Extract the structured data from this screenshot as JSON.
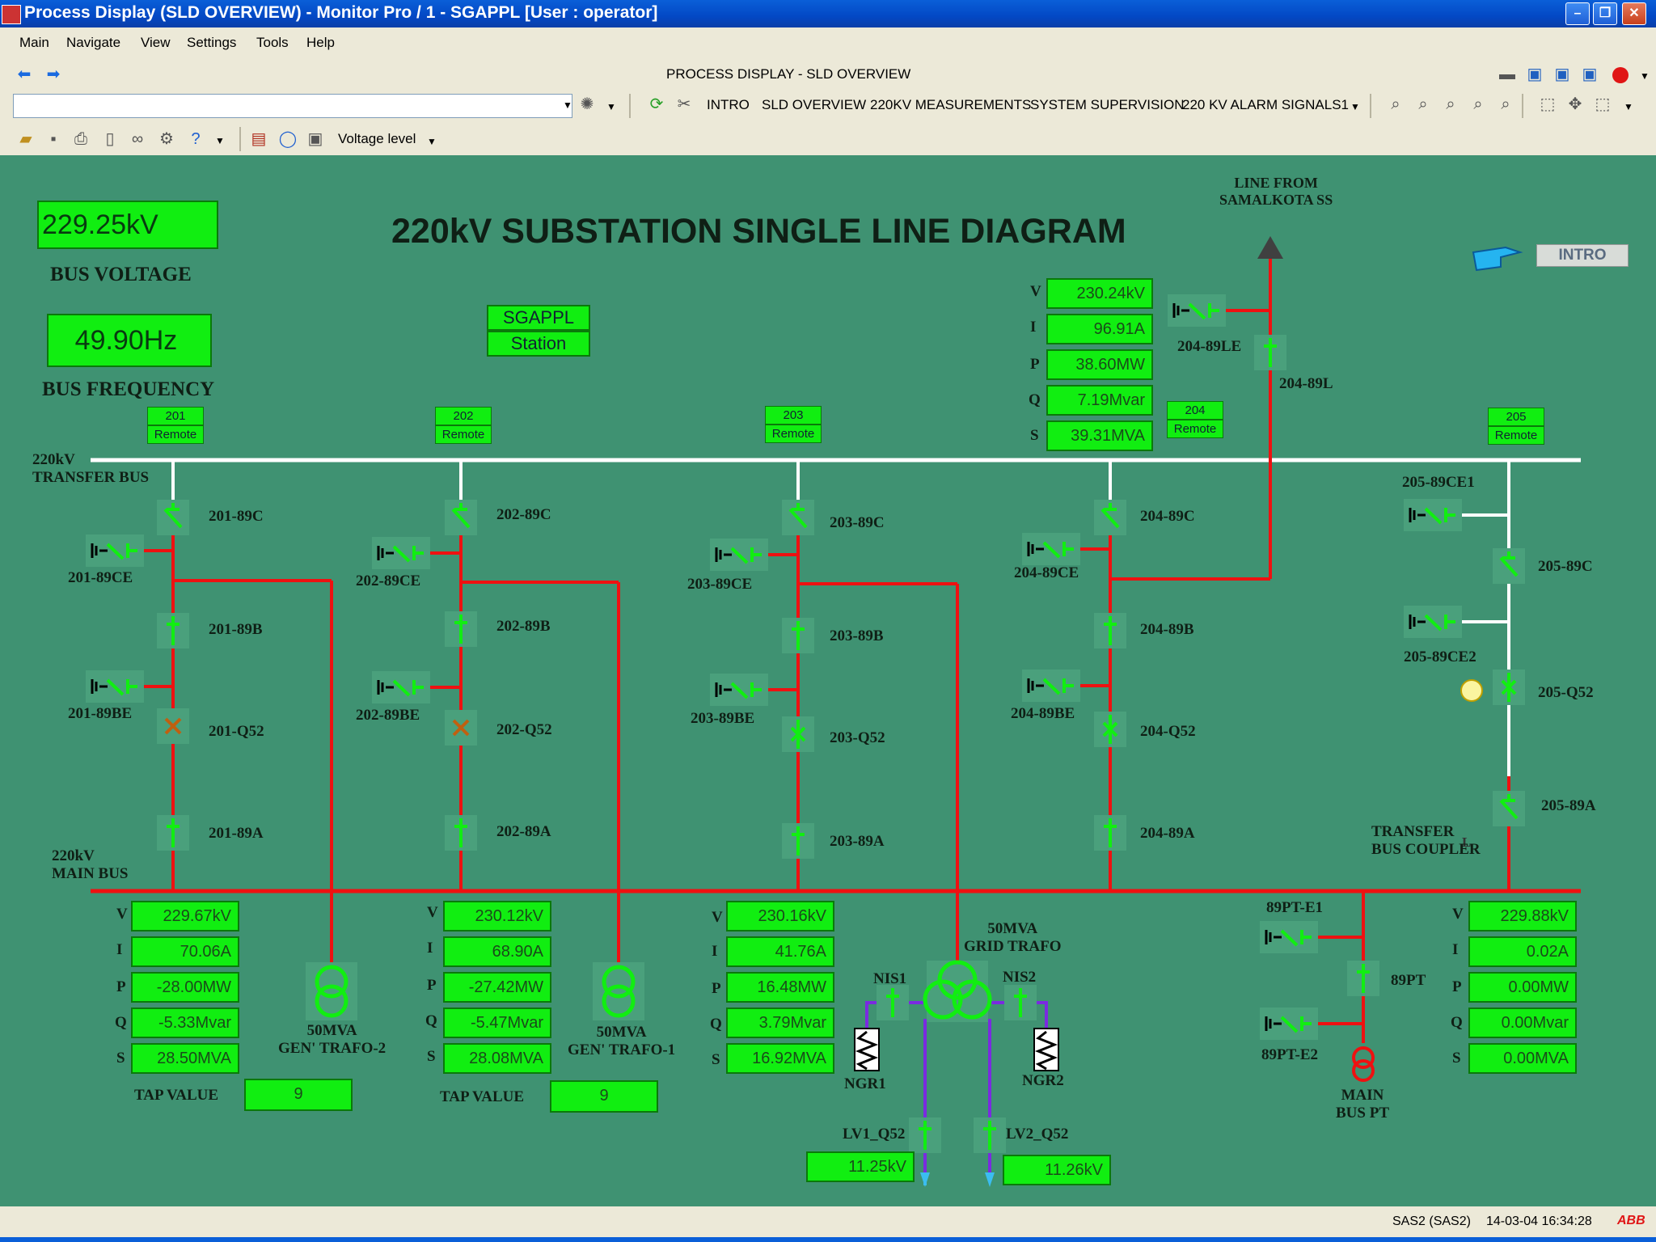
{
  "window": {
    "title": "Process Display (SLD OVERVIEW) - Monitor Pro / 1 - SGAPPL [User : operator]"
  },
  "menu": [
    "Main",
    "Navigate",
    "View",
    "Settings",
    "Tools",
    "Help"
  ],
  "nav": {
    "display_title": "PROCESS DISPLAY - SLD OVERVIEW"
  },
  "displays": [
    "INTRO",
    "SLD OVERVIEW",
    "220KV MEASUREMENTS",
    "SYSTEM SUPERVISION",
    "220 KV ALARM SIGNALS1"
  ],
  "toolbar3": {
    "voltage_level": "Voltage level"
  },
  "diagram": {
    "title": "220kV SUBSTATION SINGLE LINE DIAGRAM",
    "bus_voltage": {
      "value": "229.25kV",
      "label": "BUS VOLTAGE"
    },
    "bus_frequency": {
      "value": "49.90Hz",
      "label": "BUS FREQUENCY"
    },
    "station": {
      "line1": "SGAPPL",
      "line2": "Station"
    },
    "intro_button": "INTRO",
    "line_from": {
      "line1": "LINE FROM",
      "line2": "SAMALKOTA SS"
    },
    "transfer_bus": {
      "line1": "220kV",
      "line2": "TRANSFER BUS"
    },
    "main_bus": {
      "line1": "220kV",
      "line2": "MAIN BUS"
    },
    "remote_label": "Remote",
    "bay_numbers": [
      "201",
      "202",
      "203",
      "204",
      "205"
    ],
    "meas_letters": [
      "V",
      "I",
      "P",
      "Q",
      "S"
    ],
    "line_meas": [
      "230.24kV",
      "96.91A",
      "38.60MW",
      "7.19Mvar",
      "39.31MVA"
    ],
    "bay201_meas": [
      "229.67kV",
      "70.06A",
      "-28.00MW",
      "-5.33Mvar",
      "28.50MVA"
    ],
    "bay202_meas": [
      "230.12kV",
      "68.90A",
      "-27.42MW",
      "-5.47Mvar",
      "28.08MVA"
    ],
    "bay203_meas": [
      "230.16kV",
      "41.76A",
      "16.48MW",
      "3.79Mvar",
      "16.92MVA"
    ],
    "bay205_meas": [
      "229.88kV",
      "0.02A",
      "0.00MW",
      "0.00Mvar",
      "0.00MVA"
    ],
    "tap_label": "TAP VALUE",
    "tap1": "9",
    "tap2": "9",
    "lv1": {
      "label": "LV1_Q52",
      "value": "11.25kV"
    },
    "lv2": {
      "label": "LV2_Q52",
      "value": "11.26kV"
    },
    "labels": {
      "b201": [
        "201-89C",
        "201-89CE",
        "201-89B",
        "201-89BE",
        "201-Q52",
        "201-89A"
      ],
      "b202": [
        "202-89C",
        "202-89CE",
        "202-89B",
        "202-89BE",
        "202-Q52",
        "202-89A"
      ],
      "b203": [
        "203-89C",
        "203-89CE",
        "203-89B",
        "203-89BE",
        "203-Q52",
        "203-89A"
      ],
      "b204": [
        "204-89C",
        "204-89CE",
        "204-89B",
        "204-89BE",
        "204-Q52",
        "204-89A"
      ],
      "b205": [
        "205-89CE1",
        "205-89C",
        "205-89CE2",
        "205-Q52",
        "205-89A"
      ],
      "line": [
        "204-89LE",
        "204-89L"
      ],
      "pt": [
        "89PT-E1",
        "89PT",
        "89PT-E2"
      ],
      "grid": [
        "NIS1",
        "NIS2",
        "NGR1",
        "NGR2"
      ]
    },
    "gen2": {
      "line1": "50MVA",
      "line2": "GEN' TRAFO-2"
    },
    "gen1": {
      "line1": "50MVA",
      "line2": "GEN' TRAFO-1"
    },
    "grid_trafo": {
      "line1": "50MVA",
      "line2": "GRID TRAFO"
    },
    "coupler": {
      "line1": "TRANSFER",
      "line2": "BUS COUPLER"
    },
    "main_pt": {
      "line1": "MAIN",
      "line2": "BUS PT"
    },
    "local_indicator": "L"
  },
  "status": {
    "system": "SAS2 (SAS2)",
    "datetime": "14-03-04 16:34:28",
    "brand": "ABB"
  },
  "colors": {
    "canvas": "#3f9272",
    "energized": "#ee1111",
    "device": "#11ee11",
    "deenergized": "#ffffff",
    "lv": "#7a2be0",
    "breaker_open": "#c06010"
  }
}
